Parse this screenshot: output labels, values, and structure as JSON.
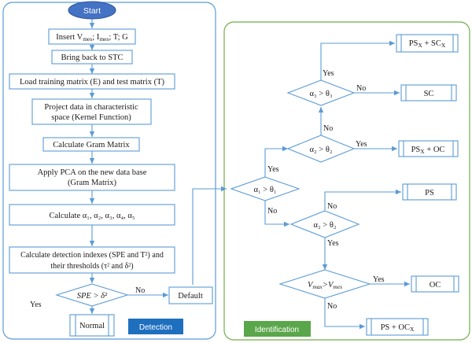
{
  "colors": {
    "box_border": "#5b9bd5",
    "arrow": "#5b9bd5",
    "detection_frame": "#5b9bd5",
    "identification_frame": "#70ad47",
    "start_fill": "#4472c4",
    "detection_label_fill": "#1f6fbf",
    "identification_label_fill": "#5aa64a",
    "yes_no_text": "#e36c0a"
  },
  "start": {
    "label": "Start"
  },
  "detection_steps": {
    "insert_prefix": "Insert V",
    "insert_sub1": "mes",
    "insert_mid": "; I",
    "insert_sub2": "mes",
    "insert_suffix": "; T; G",
    "bring_back": "Bring back to STC",
    "load_matrix": "Load training matrix (E) and test matrix (T)",
    "project_line1": "Project data in characteristic",
    "project_line2": "space (Kernel Function)",
    "gram": "Calculate Gram Matrix",
    "pca_line1": "Apply PCA on the new data base",
    "pca_line2": "(Gram Matrix)",
    "calc_alpha": "Calculate α₁, α₂, α₃, α₄, α₅",
    "indexes_line1": "Calculate detection indexes (SPE and T²) and",
    "indexes_line2": "their thresholds (τ² and δ²)"
  },
  "decisions": {
    "spe": "SPE > δ²",
    "alpha1": "α₁ > θ₁",
    "alpha2_upper": "α₂ > θ₂",
    "alpha3": "α₃ > θ₃",
    "alpha2_lower": "α₂ > θ₂",
    "vmax": "V",
    "vmax_sub": "max",
    "vmax_mid": ">V",
    "vmes_sub": "mes"
  },
  "outcomes": {
    "default": "Default",
    "normal": "Normal",
    "ps_sc_a": "PS",
    "ps_sc_b": " + SC",
    "ps_sc_sub": "X",
    "sc": "SC",
    "ps_oc_a": "PS",
    "ps_oc_sub": "X",
    "ps_oc_b": " + OC",
    "ps": "PS",
    "oc": "OC",
    "ps_ocx_a": "PS + OC",
    "ps_ocx_sub": "X"
  },
  "branch_labels": {
    "yes": "Yes",
    "no": "No"
  },
  "section_labels": {
    "detection": "Detection",
    "identification": "Identification"
  }
}
